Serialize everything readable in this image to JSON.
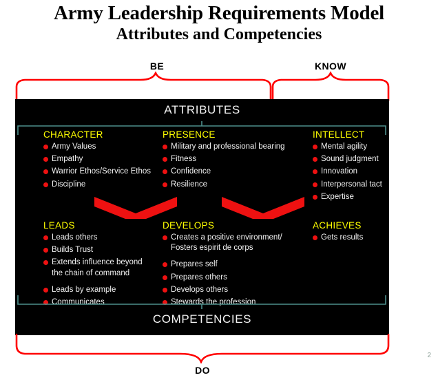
{
  "title": {
    "line1": "Army Leadership Requirements Model",
    "line2": "Attributes and Competencies"
  },
  "braces": {
    "be": "BE",
    "know": "KNOW",
    "do": "DO"
  },
  "panel": {
    "attributes_title": "ATTRIBUTES",
    "competencies_title": "COMPETENCIES",
    "colors": {
      "background": "#000000",
      "heading": "#ffff00",
      "body_text": "#f0f0f0",
      "bullet": "#ee1111",
      "bracket": "#4e8f8c",
      "brace": "#ff0000",
      "chevron": "#ee1111"
    },
    "attributes": [
      {
        "heading": "CHARACTER",
        "items": [
          {
            "text": "Army Values",
            "bullet": true,
            "gap": false
          },
          {
            "text": "Empathy",
            "bullet": true,
            "gap": false
          },
          {
            "text": "Warrior Ethos/Service Ethos",
            "bullet": true,
            "gap": false
          },
          {
            "text": "Discipline",
            "bullet": true,
            "gap": false
          }
        ]
      },
      {
        "heading": "PRESENCE",
        "items": [
          {
            "text": "Military and professional bearing",
            "bullet": true,
            "gap": false
          },
          {
            "text": "Fitness",
            "bullet": true,
            "gap": false
          },
          {
            "text": "Confidence",
            "bullet": true,
            "gap": false
          },
          {
            "text": "Resilience",
            "bullet": true,
            "gap": false
          }
        ]
      },
      {
        "heading": "INTELLECT",
        "items": [
          {
            "text": "Mental agility",
            "bullet": true,
            "gap": false
          },
          {
            "text": "Sound judgment",
            "bullet": true,
            "gap": false
          },
          {
            "text": "Innovation",
            "bullet": true,
            "gap": false
          },
          {
            "text": "Interpersonal tact",
            "bullet": true,
            "gap": false
          },
          {
            "text": "Expertise",
            "bullet": true,
            "gap": false
          }
        ]
      }
    ],
    "competencies": [
      {
        "heading": "LEADS",
        "items": [
          {
            "text": "Leads others",
            "bullet": true,
            "gap": false
          },
          {
            "text": "Builds Trust",
            "bullet": true,
            "gap": false
          },
          {
            "text": "Extends influence beyond\nthe chain of command",
            "bullet": true,
            "gap": false
          },
          {
            "text": "Leads by example",
            "bullet": true,
            "gap": true
          },
          {
            "text": "Communicates",
            "bullet": true,
            "gap": false
          }
        ]
      },
      {
        "heading": "DEVELOPS",
        "items": [
          {
            "text": "Creates a positive environment/\nFosters espirit de corps",
            "bullet": true,
            "gap": false
          },
          {
            "text": "Prepares self",
            "bullet": true,
            "gap": true
          },
          {
            "text": "Prepares others",
            "bullet": true,
            "gap": false
          },
          {
            "text": "Develops others",
            "bullet": true,
            "gap": false
          },
          {
            "text": "Stewards the profession",
            "bullet": true,
            "gap": false
          }
        ]
      },
      {
        "heading": "ACHIEVES",
        "items": [
          {
            "text": "Gets results",
            "bullet": true,
            "gap": false
          }
        ]
      }
    ]
  },
  "page_number": "2"
}
